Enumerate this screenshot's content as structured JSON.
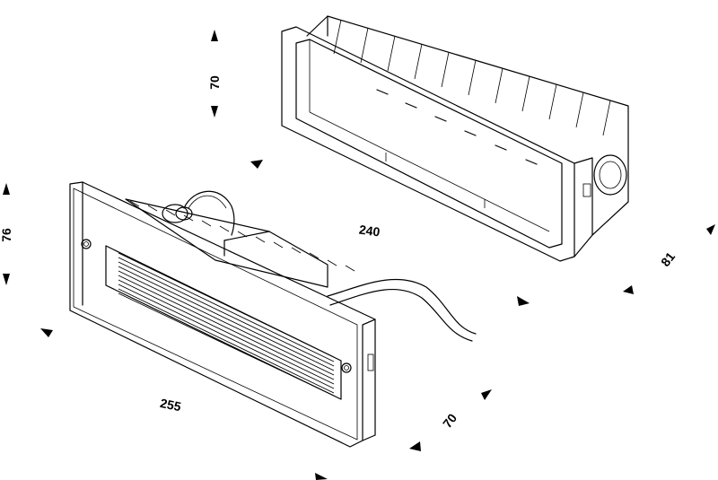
{
  "dimensions": {
    "box_height": "70",
    "box_length": "240",
    "box_depth": "81",
    "plate_height": "76",
    "plate_length": "255",
    "plate_depth": "70"
  },
  "colors": {
    "line": "#000000",
    "background": "#ffffff"
  }
}
